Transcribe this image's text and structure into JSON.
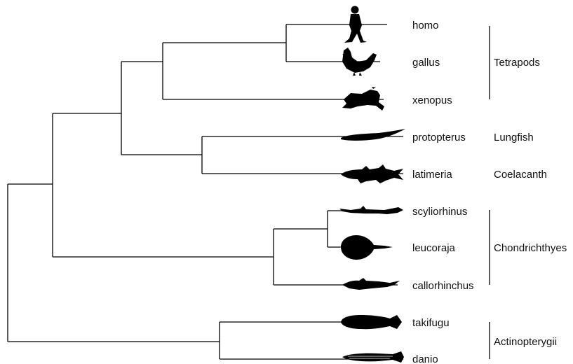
{
  "tree": {
    "taxa": [
      {
        "name": "homo",
        "silhouette": "human-silhouette"
      },
      {
        "name": "gallus",
        "silhouette": "rooster-silhouette"
      },
      {
        "name": "xenopus",
        "silhouette": "frog-silhouette"
      },
      {
        "name": "protopterus",
        "silhouette": "lungfish-silhouette"
      },
      {
        "name": "latimeria",
        "silhouette": "coelacanth-silhouette"
      },
      {
        "name": "scyliorhinus",
        "silhouette": "shark-silhouette"
      },
      {
        "name": "leucoraja",
        "silhouette": "skate-silhouette"
      },
      {
        "name": "callorhinchus",
        "silhouette": "chimaera-silhouette"
      },
      {
        "name": "takifugu",
        "silhouette": "pufferfish-silhouette"
      },
      {
        "name": "danio",
        "silhouette": "zebrafish-silhouette"
      }
    ],
    "clades": [
      {
        "label": "Tetrapods",
        "members": [
          "homo",
          "gallus",
          "xenopus"
        ]
      },
      {
        "label": "Lungfish",
        "members": [
          "protopterus"
        ]
      },
      {
        "label": "Coelacanth",
        "members": [
          "latimeria"
        ]
      },
      {
        "label": "Chondrichthyes",
        "members": [
          "scyliorhinus",
          "leucoraja",
          "callorhinchus"
        ]
      },
      {
        "label": "Actinopterygii",
        "members": [
          "takifugu",
          "danio"
        ]
      }
    ],
    "line_color": "#000000",
    "text_color": "#111111"
  }
}
